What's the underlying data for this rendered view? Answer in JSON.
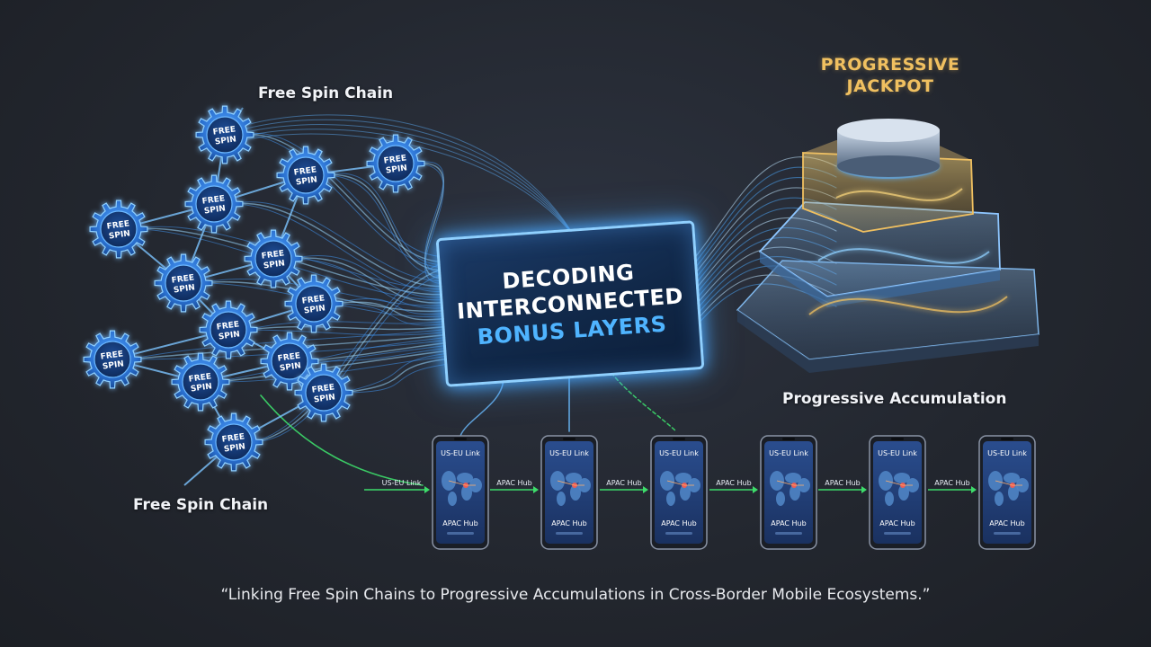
{
  "title": {
    "line1": "DECODING",
    "line2": "INTERCONNECTED",
    "line3": "BONUS LAYERS"
  },
  "free_spin_chain_top": "Free Spin Chain",
  "free_spin_chain_bottom": "Free Spin Chain",
  "gear_label": {
    "line1": "FREE",
    "line2": "SPIN"
  },
  "jackpot": {
    "line1": "PROGRESSIVE",
    "line2": "JACKPOT"
  },
  "progressive_accumulation": "Progressive Accumulation",
  "phones": [
    {
      "top": "US-EU Link",
      "bottom": "APAC Hub"
    },
    {
      "top": "US-EU Link",
      "bottom": "APAC Hub"
    },
    {
      "top": "US-EU Link",
      "bottom": "APAC Hub"
    },
    {
      "top": "US-EU Link",
      "bottom": "APAC Hub"
    },
    {
      "top": "US-EU Link",
      "bottom": "APAC Hub"
    },
    {
      "top": "US-EU Link",
      "bottom": "APAC Hub"
    }
  ],
  "phone_link_labels": [
    "US-EU Link",
    "APAC Hub",
    "APAC Hub",
    "APAC Hub",
    "APAC Hub",
    "APAC Hub"
  ],
  "caption": "“Linking Free Spin Chains to Progressive Accumulations in Cross-Border Mobile Ecosystems.”",
  "colors": {
    "gear_blue": "#2f7fe0",
    "glow_blue": "#4aa8ff",
    "gold": "#f0c060",
    "link_green": "#3ddc6a"
  },
  "icons": [
    "gear-icon",
    "smartphone-icon",
    "world-map-icon",
    "jackpot-tower-icon"
  ]
}
